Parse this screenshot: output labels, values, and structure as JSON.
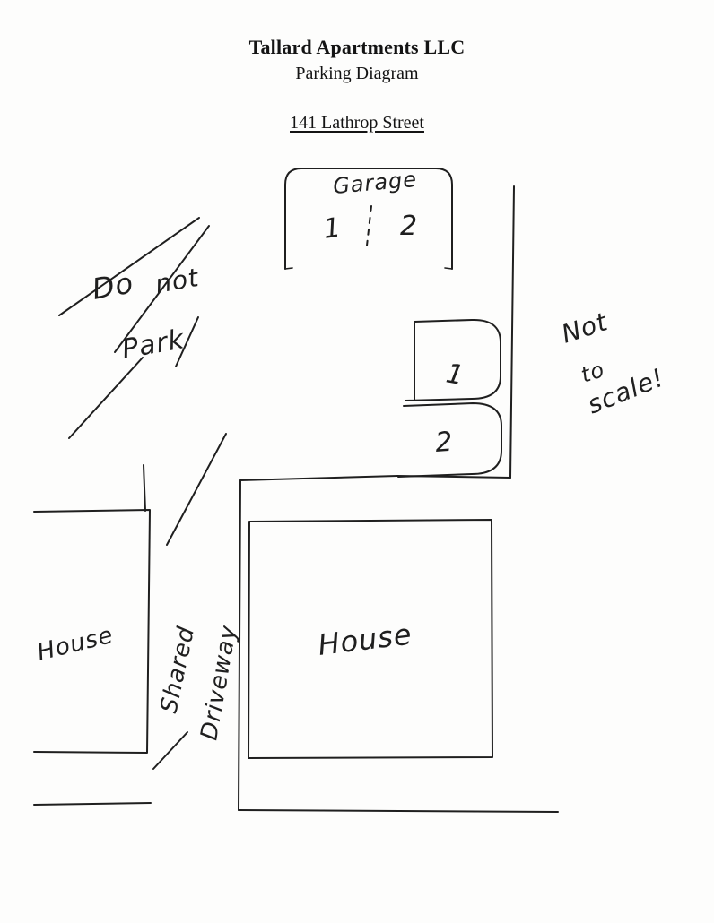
{
  "page": {
    "title": "Tallard Apartments LLC",
    "subtitle": "Parking Diagram",
    "address": "141 Lathrop Street"
  },
  "diagram": {
    "garage": {
      "label": "Garage",
      "spot1": "1",
      "spot2": "2"
    },
    "no_parking": {
      "word1": "Do",
      "word2": "not",
      "word3": "Park"
    },
    "spots": {
      "spot1": "1",
      "spot2": "2"
    },
    "note": {
      "line1": "Not",
      "line2": "to",
      "line3": "scale!"
    },
    "left_house_label": "House",
    "main_house_label": "House",
    "driveway": {
      "word1": "Shared",
      "word2": "Driveway"
    }
  },
  "colors": {
    "ink": "#1f1f1f",
    "paper": "#fdfdfc"
  }
}
